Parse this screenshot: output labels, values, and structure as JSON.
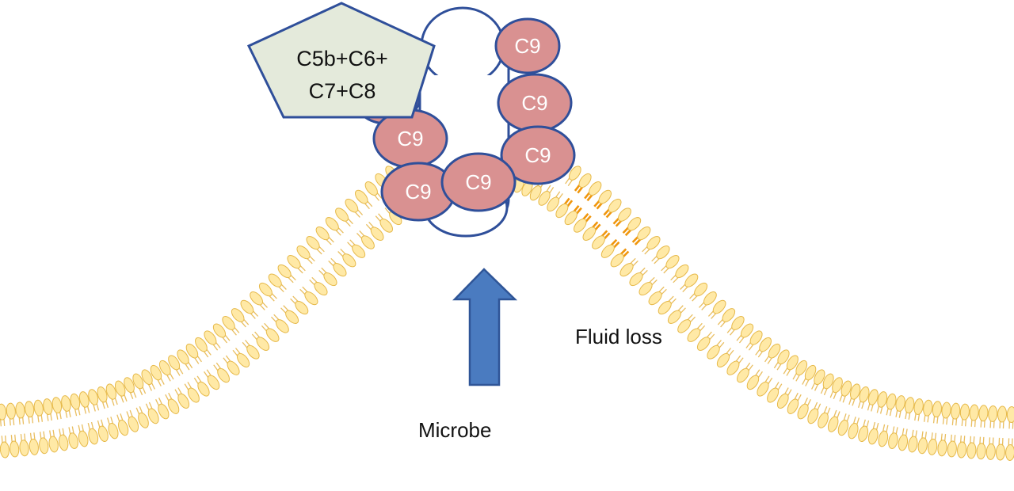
{
  "diagram": {
    "complex_label_line1": "C5b+C6+",
    "complex_label_line2": "C7+C8",
    "subunit_label": "C9",
    "microbe_label": "Microbe",
    "fluid_loss_label": "Fluid loss",
    "colors": {
      "lipid_head_fill": "#FFE9A6",
      "lipid_head_stroke": "#E6B94A",
      "lipid_tail": "#E9BE60",
      "lipid_tail_highlight": "#F0960C",
      "c9_fill": "#D99191",
      "c9_stroke": "#2F4F9A",
      "c9_text": "#FFFFFF",
      "pentagon_fill": "#E4EADB",
      "pentagon_stroke": "#2F4F9A",
      "arrow_fill": "#4A7BC0",
      "arrow_stroke": "#2F5597",
      "pore_stroke": "#2F4F9A"
    }
  }
}
